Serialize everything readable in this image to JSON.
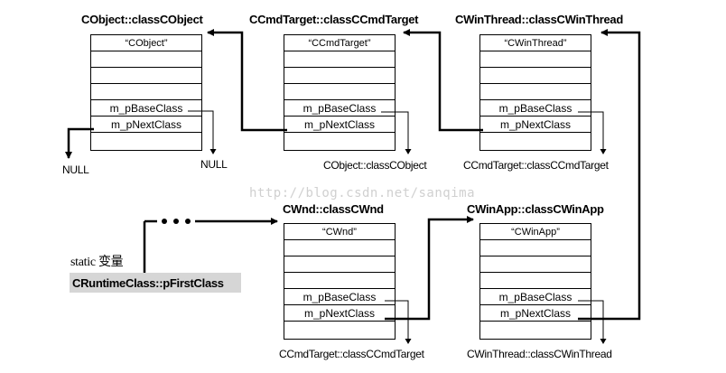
{
  "watermark": "http://blog.csdn.net/sanqima",
  "boxes": {
    "cobject": {
      "title": "CObject::classCObject",
      "name": "“CObject”",
      "base": "m_pBaseClass",
      "next": "m_pNextClass"
    },
    "ccmdtarget": {
      "title": "CCmdTarget::classCCmdTarget",
      "name": "“CCmdTarget”",
      "base": "m_pBaseClass",
      "next": "m_pNextClass"
    },
    "cwinthread": {
      "title": "CWinThread::classCWinThread",
      "name": "“CWinThread”",
      "base": "m_pBaseClass",
      "next": "m_pNextClass"
    },
    "cwnd": {
      "title": "CWnd::classCWnd",
      "name": "“CWnd”",
      "base": "m_pBaseClass",
      "next": "m_pNextClass"
    },
    "cwinapp": {
      "title": "CWinApp::classCWinApp",
      "name": "“CWinApp”",
      "base": "m_pBaseClass",
      "next": "m_pNextClass"
    }
  },
  "labels": {
    "null_left": "NULL",
    "null_right": "NULL",
    "ccmdtarget_base_target": "CObject::classCObject",
    "cwinthread_base_target": "CCmdTarget::classCCmdTarget",
    "cwnd_base_target": "CCmdTarget::classCCmdTarget",
    "cwinapp_base_target": "CWinThread::classCWinThread",
    "static_label": "static 变量",
    "first_class": "CRuntimeClass::pFirstClass"
  }
}
